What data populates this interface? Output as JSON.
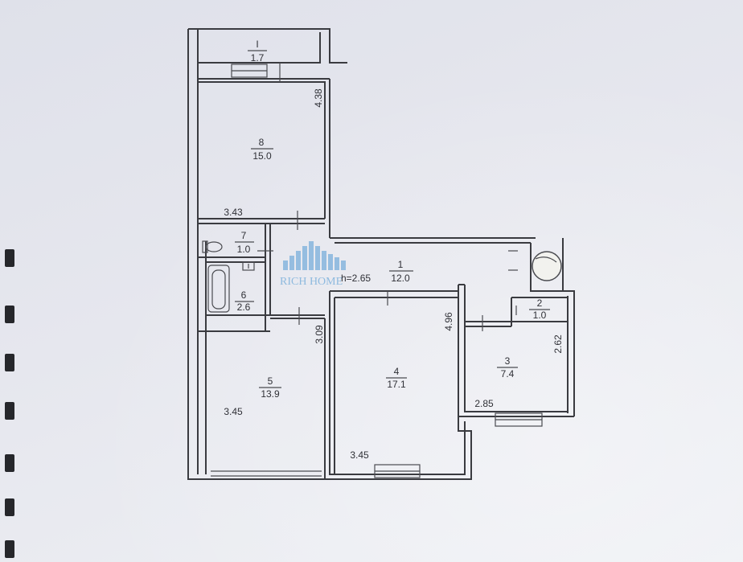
{
  "plan": {
    "ceiling_height": "h=2.65",
    "rooms": [
      {
        "id": "room-1-corridor",
        "number": "1",
        "area": "12.0"
      },
      {
        "id": "room-2",
        "number": "2",
        "area": "1.0"
      },
      {
        "id": "room-3",
        "number": "3",
        "area": "7.4"
      },
      {
        "id": "room-4",
        "number": "4",
        "area": "17.1"
      },
      {
        "id": "room-5",
        "number": "5",
        "area": "13.9"
      },
      {
        "id": "room-6-bathroom",
        "number": "6",
        "area": "2.6"
      },
      {
        "id": "room-7-toilet",
        "number": "7",
        "area": "1.0"
      },
      {
        "id": "room-8",
        "number": "8",
        "area": "15.0"
      },
      {
        "id": "room-balcony",
        "number": "I",
        "area": "1.7"
      }
    ],
    "dimensions": {
      "room8_vertical": "4.38",
      "room8_horizontal": "3.43",
      "room5_vertical": "3.09",
      "room5_horizontal": "3.45",
      "room4_vertical": "4.96",
      "room4_horizontal": "3.45",
      "room3_vertical": "2.62",
      "room3_horizontal": "2.85"
    }
  },
  "watermark": {
    "text": "RICH HOME"
  },
  "colors": {
    "ink": "#3a3b40",
    "paper": "#e6e7ee",
    "watermark": "#7fb2dc"
  }
}
